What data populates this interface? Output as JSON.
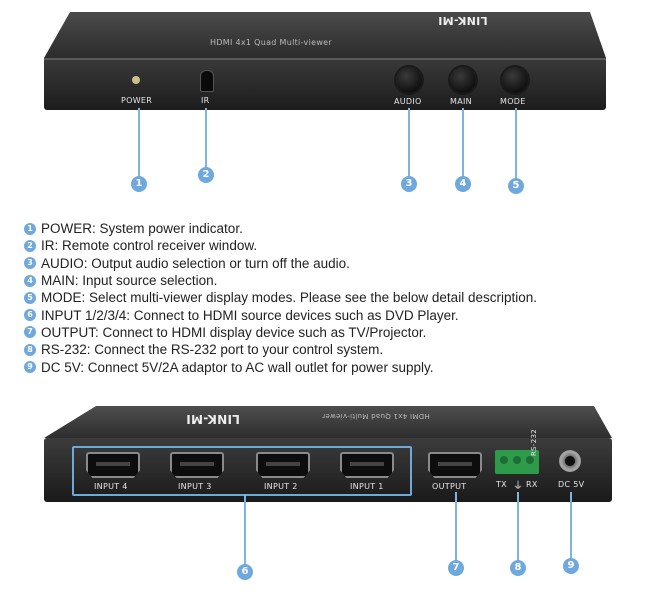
{
  "device_front": {
    "brand_top": "LINK-MI",
    "model_text": "HDMI 4x1 Quad Multi-viewer",
    "labels": {
      "power": "POWER",
      "ir": "IR",
      "audio": "AUDIO",
      "main": "MAIN",
      "mode": "MODE"
    }
  },
  "device_rear": {
    "brand_top": "LINK-MI",
    "model_text": "HDMI 4x1 Quad Multi-viewer",
    "labels": {
      "input4": "INPUT 4",
      "input3": "INPUT 3",
      "input2": "INPUT 2",
      "input1": "INPUT 1",
      "output": "OUTPUT",
      "tx": "TX",
      "rx": "RX",
      "rs232": "RS-232",
      "dc5v": "DC 5V"
    }
  },
  "callouts": [
    "1",
    "2",
    "3",
    "4",
    "5",
    "6",
    "7",
    "8",
    "9"
  ],
  "descriptions": [
    {
      "num": "1",
      "text": "POWER: System power indicator."
    },
    {
      "num": "2",
      "text": "IR: Remote control receiver window."
    },
    {
      "num": "3",
      "text": "AUDIO: Output audio selection or turn off the audio."
    },
    {
      "num": "4",
      "text": "MAIN: Input source selection."
    },
    {
      "num": "5",
      "text": "MODE: Select multi-viewer display modes. Please see the below detail description."
    },
    {
      "num": "6",
      "text": "INPUT 1/2/3/4: Connect to HDMI source devices such as DVD Player."
    },
    {
      "num": "7",
      "text": "OUTPUT: Connect to HDMI display device such as TV/Projector."
    },
    {
      "num": "8",
      "text": "RS-232: Connect the RS-232 port to your control system."
    },
    {
      "num": "9",
      "text": "DC 5V: Connect 5V/2A adaptor to AC wall outlet for power supply."
    }
  ],
  "colors": {
    "callout": "#6fa8dc",
    "panel": "#2b2b2b",
    "connector_green": "#2e9b4a"
  }
}
